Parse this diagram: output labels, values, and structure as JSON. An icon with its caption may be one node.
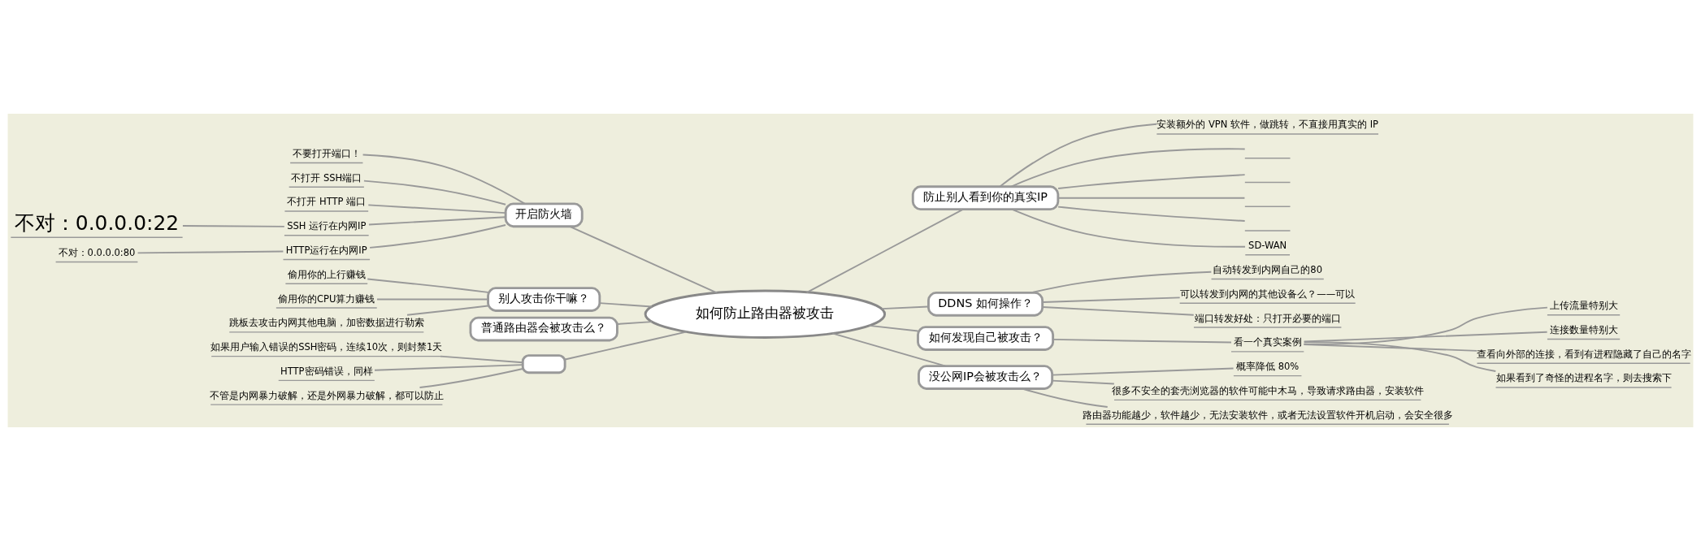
{
  "diagram": {
    "nodes": [
      {
        "text": [
          "如何防止路由器被攻击"
        ]
      },
      {
        "text": [
          "开启防火墙"
        ]
      },
      {
        "text": [
          "不要打开端口！"
        ]
      },
      {
        "text": [
          "不打开 SSH端口"
        ]
      },
      {
        "text": [
          "不打开 HTTP 端口"
        ]
      },
      {
        "text": [
          "SSH 运行在内网IP"
        ]
      },
      {
        "text": [
          "不对：0.0.0.0:22"
        ]
      },
      {
        "text": [
          "HTTP运行在内网IP"
        ]
      },
      {
        "text": [
          "不对：0.0.0.0:80"
        ]
      },
      {
        "text": [
          "别人攻击你干嘛？"
        ]
      },
      {
        "text": [
          "偷用你的上行赚钱"
        ]
      },
      {
        "text": [
          "偷用你的CPU算力赚钱"
        ]
      },
      {
        "text": [
          "跳板去攻击内网其他电脑，加密数据进行勒索"
        ]
      },
      {
        "text": [
          "普通路由器会被攻击么？"
        ]
      },
      {
        "text": [],
        "shape": "box"
      },
      {
        "text": [
          "如果用户输入错误的SSH密码，连续10次，则封禁1天"
        ]
      },
      {
        "text": [
          "HTTP密码错误，同样"
        ]
      },
      {
        "text": [
          "不管是内网暴力破解，还是外网暴力破解，都可以防止"
        ]
      },
      {
        "text": [
          "防止别人看到你的真实IP"
        ]
      },
      {
        "text": [
          "安装额外的 VPN 软件，做跳转，不直接用真实的 IP"
        ]
      },
      {
        "text": [],
        "shape": "line"
      },
      {
        "text": [],
        "shape": "line"
      },
      {
        "text": [],
        "shape": "line"
      },
      {
        "text": [],
        "shape": "line"
      },
      {
        "text": [
          "SD-WAN"
        ]
      },
      {
        "text": [
          "DDNS 如何操作？"
        ]
      },
      {
        "text": [
          "自动转发到内网自己的80"
        ]
      },
      {
        "text": [
          "可以转发到内网的其他设备么？——可以"
        ]
      },
      {
        "text": [
          "端口转发好处：只打开必要的端口"
        ]
      },
      {
        "text": [
          "如何发现自己被攻击？"
        ]
      },
      {
        "text": [
          "看一个真实案例"
        ]
      },
      {
        "text": [
          "上传流量特别大"
        ]
      },
      {
        "text": [
          "连接数量特别大"
        ]
      },
      {
        "text": [
          "查看向外部的连接，看到有进程隐藏了自己的名字"
        ]
      },
      {
        "text": [
          "如果看到了奇怪的进程名字，则去搜索下"
        ]
      },
      {
        "text": [
          "没公网IP会被攻击么？"
        ]
      },
      {
        "text": [
          "概率降低 80%"
        ]
      },
      {
        "text": [
          "很多不安全的套壳浏览器的软件可能中木马，导致请求路由器，安装软件"
        ]
      },
      {
        "text": [
          "路由器功能越少，软件越少，无法安装软件，或者无法设置软件开机启动，会安全很多"
        ]
      }
    ],
    "edges": [
      {
        "from": 1,
        "to": 0,
        "arrow": "none"
      },
      {
        "from": 2,
        "to": 1,
        "arrow": "none"
      },
      {
        "from": 3,
        "to": 1,
        "arrow": "none"
      },
      {
        "from": 4,
        "to": 1,
        "arrow": "none"
      },
      {
        "from": 5,
        "to": 1,
        "arrow": "none"
      },
      {
        "from": 6,
        "to": 5,
        "arrow": "none"
      },
      {
        "from": 7,
        "to": 1,
        "arrow": "none"
      },
      {
        "from": 8,
        "to": 7,
        "arrow": "none"
      },
      {
        "from": 9,
        "to": 0,
        "arrow": "none"
      },
      {
        "from": 10,
        "to": 9,
        "arrow": "none"
      },
      {
        "from": 11,
        "to": 9,
        "arrow": "none"
      },
      {
        "from": 12,
        "to": 9,
        "arrow": "none"
      },
      {
        "from": 13,
        "to": 0,
        "arrow": "none"
      },
      {
        "from": 14,
        "to": 0,
        "arrow": "none"
      },
      {
        "from": 15,
        "to": 14,
        "arrow": "none"
      },
      {
        "from": 16,
        "to": 14,
        "arrow": "none"
      },
      {
        "from": 17,
        "to": 14,
        "arrow": "none"
      },
      {
        "from": 0,
        "to": 18,
        "arrow": "none"
      },
      {
        "from": 18,
        "to": 19,
        "arrow": "none"
      },
      {
        "from": 18,
        "to": 20,
        "arrow": "none"
      },
      {
        "from": 18,
        "to": 21,
        "arrow": "none"
      },
      {
        "from": 18,
        "to": 22,
        "arrow": "none"
      },
      {
        "from": 18,
        "to": 23,
        "arrow": "none"
      },
      {
        "from": 18,
        "to": 24,
        "arrow": "none"
      },
      {
        "from": 0,
        "to": 25,
        "arrow": "none"
      },
      {
        "from": 25,
        "to": 26,
        "arrow": "none"
      },
      {
        "from": 25,
        "to": 27,
        "arrow": "none"
      },
      {
        "from": 25,
        "to": 28,
        "arrow": "none"
      },
      {
        "from": 0,
        "to": 29,
        "arrow": "none"
      },
      {
        "from": 29,
        "to": 30,
        "arrow": "none"
      },
      {
        "from": 30,
        "to": 31,
        "arrow": "none"
      },
      {
        "from": 30,
        "to": 32,
        "arrow": "none"
      },
      {
        "from": 30,
        "to": 33,
        "arrow": "none"
      },
      {
        "from": 30,
        "to": 34,
        "arrow": "none"
      },
      {
        "from": 0,
        "to": 35,
        "arrow": "none"
      },
      {
        "from": 35,
        "to": 36,
        "arrow": "none"
      },
      {
        "from": 35,
        "to": 37,
        "arrow": "none"
      },
      {
        "from": 35,
        "to": 38,
        "arrow": "none"
      }
    ]
  }
}
